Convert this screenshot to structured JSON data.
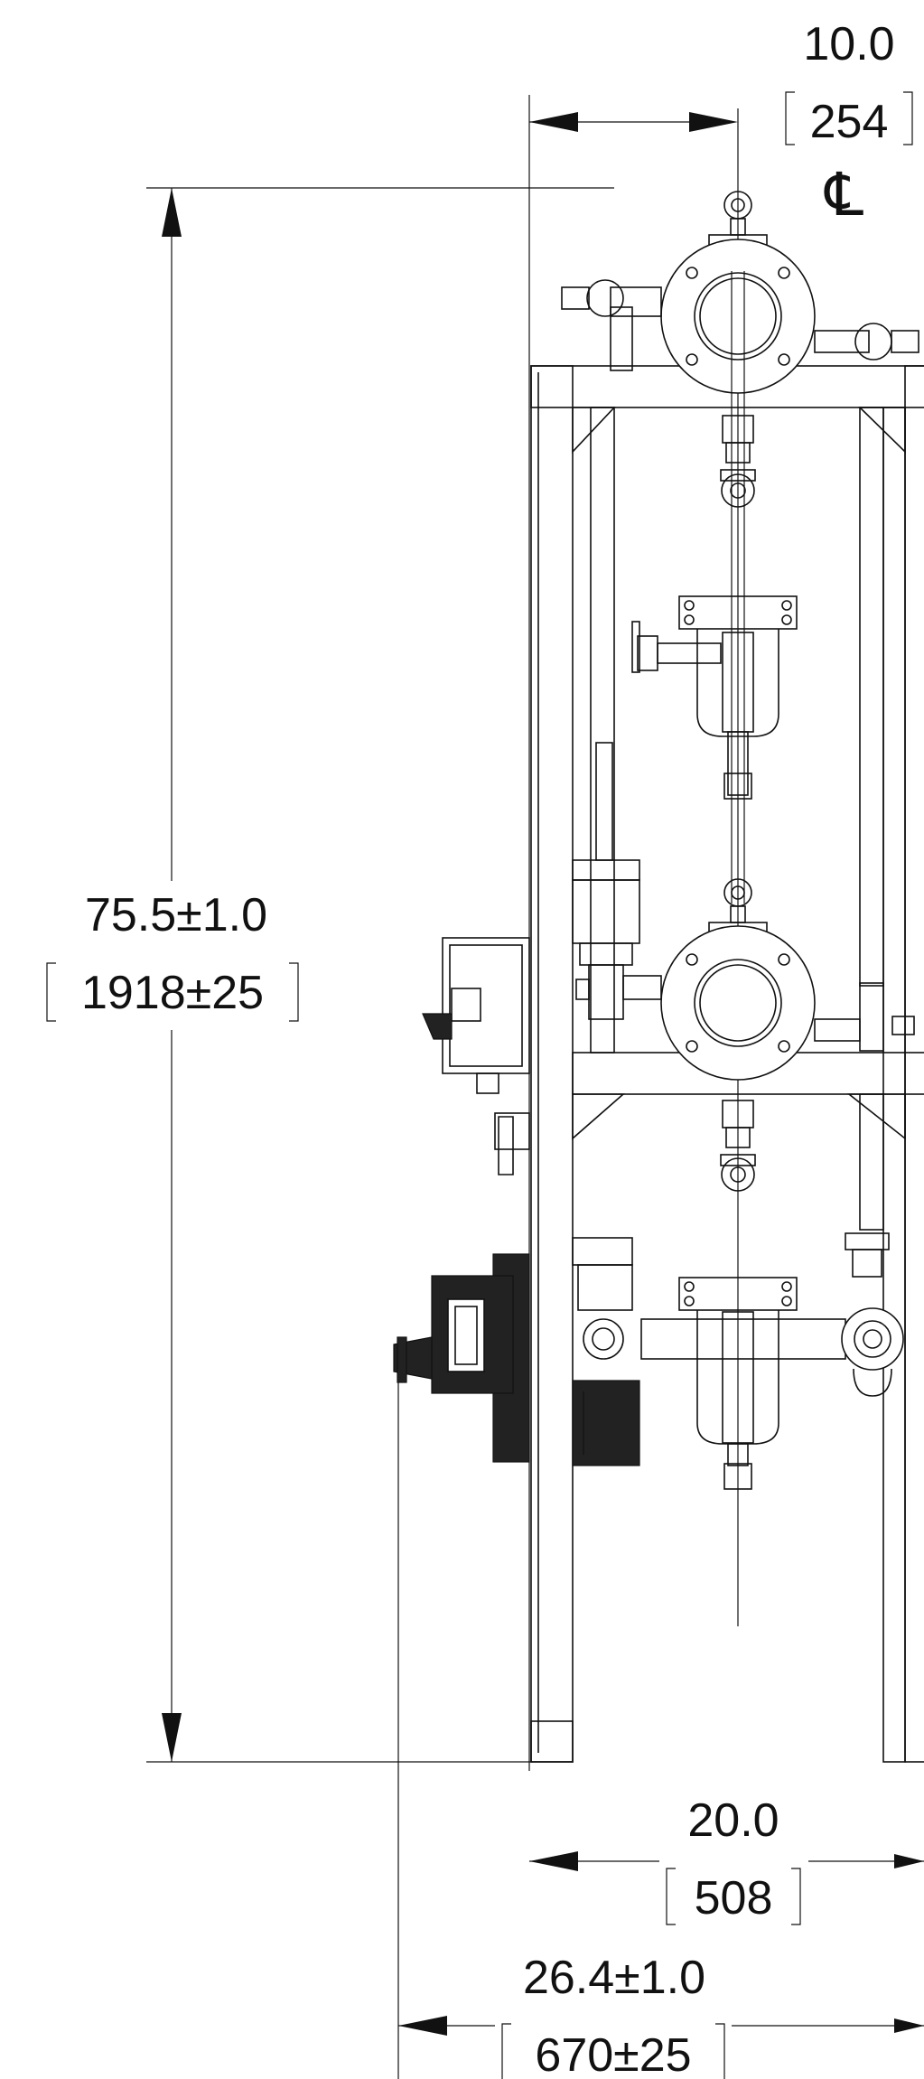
{
  "dimensions": {
    "centerline_offset": {
      "imperial": "10.0",
      "metric": "254"
    },
    "centerline_symbol": "℄",
    "overall_height": {
      "imperial": "75.5±1.0",
      "metric": "1918±25"
    },
    "frame_width": {
      "imperial": "20.0",
      "metric": "508"
    },
    "overall_depth": {
      "imperial": "26.4±1.0",
      "metric": "670±25"
    }
  }
}
